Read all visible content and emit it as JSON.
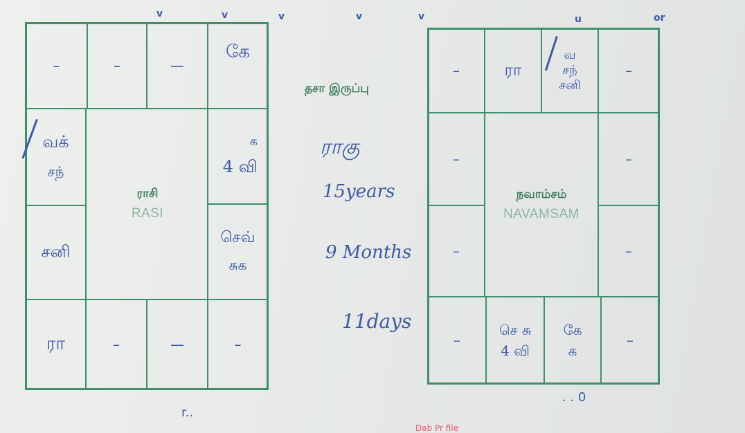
{
  "rasi": {
    "title_ta": "ராசி",
    "title_en": "RASI",
    "top_row": [
      "–",
      "–",
      "—",
      "கே"
    ],
    "left_col": [
      "வக்",
      "சந்",
      "சனி"
    ],
    "right_col": [
      "க",
      "4 வி",
      "செவ்",
      "சுக"
    ],
    "bottom_row": [
      "ரா",
      "–",
      "—",
      "–"
    ]
  },
  "middle": {
    "title": "தசா இருப்பு",
    "dasa": "ராகு",
    "years": "15years",
    "months": "9 Months",
    "days": "11days"
  },
  "navamsam": {
    "title_ta": "நவாம்சம்",
    "title_en": "NAVAMSAM",
    "top_row": [
      "–",
      "ரா",
      "வ சந் சனி",
      "–"
    ],
    "left_col": [
      "–",
      "–"
    ],
    "right_col": [
      "–",
      "–"
    ],
    "bottom_row": [
      "–",
      "செ சு 4 வி",
      "கே க",
      "–"
    ]
  },
  "margin_marks": [
    "v",
    "v",
    "v",
    "v",
    "v",
    "u",
    "or"
  ],
  "bottom_marks": [
    "r..",
    ". . 0"
  ],
  "footer_red": "Dab Pr file"
}
